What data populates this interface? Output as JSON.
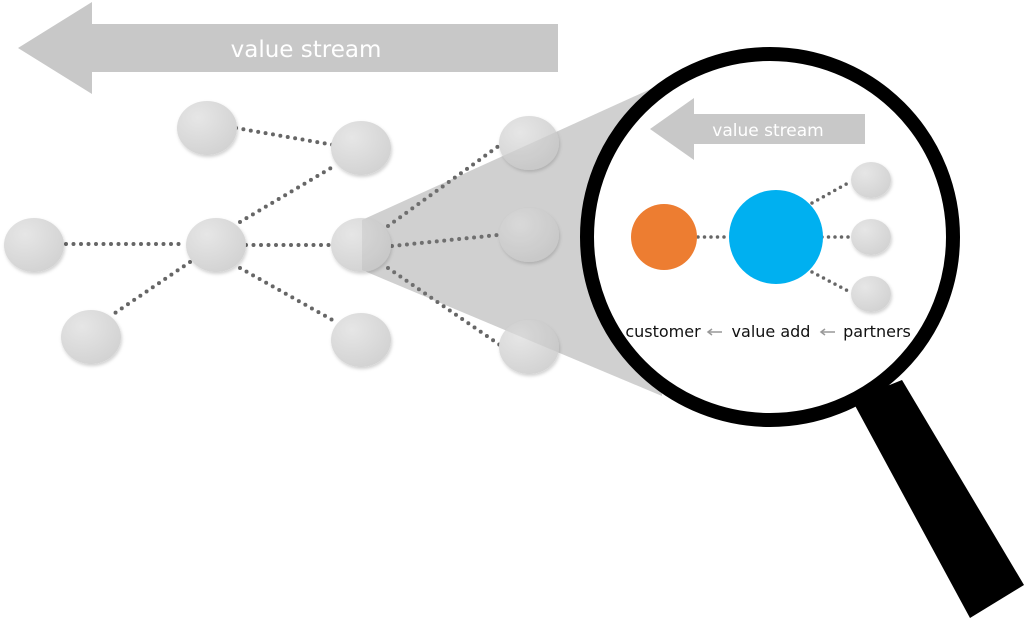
{
  "diagram": {
    "main_arrow_label": "value stream",
    "lens_arrow_label": "value stream",
    "labels": {
      "customer": "customer",
      "value_add": "value add",
      "partners": "partners"
    },
    "colors": {
      "node_fill": "#d9d9d9",
      "arrow_fill": "#c8c8c8",
      "connector": "#666666",
      "customer": "#ed7d31",
      "value_add": "#00b0f0",
      "lens_ring": "#000000",
      "handle": "#000000",
      "cone": "#bfbfbf",
      "small_arrow_glyph": "#999999"
    }
  }
}
